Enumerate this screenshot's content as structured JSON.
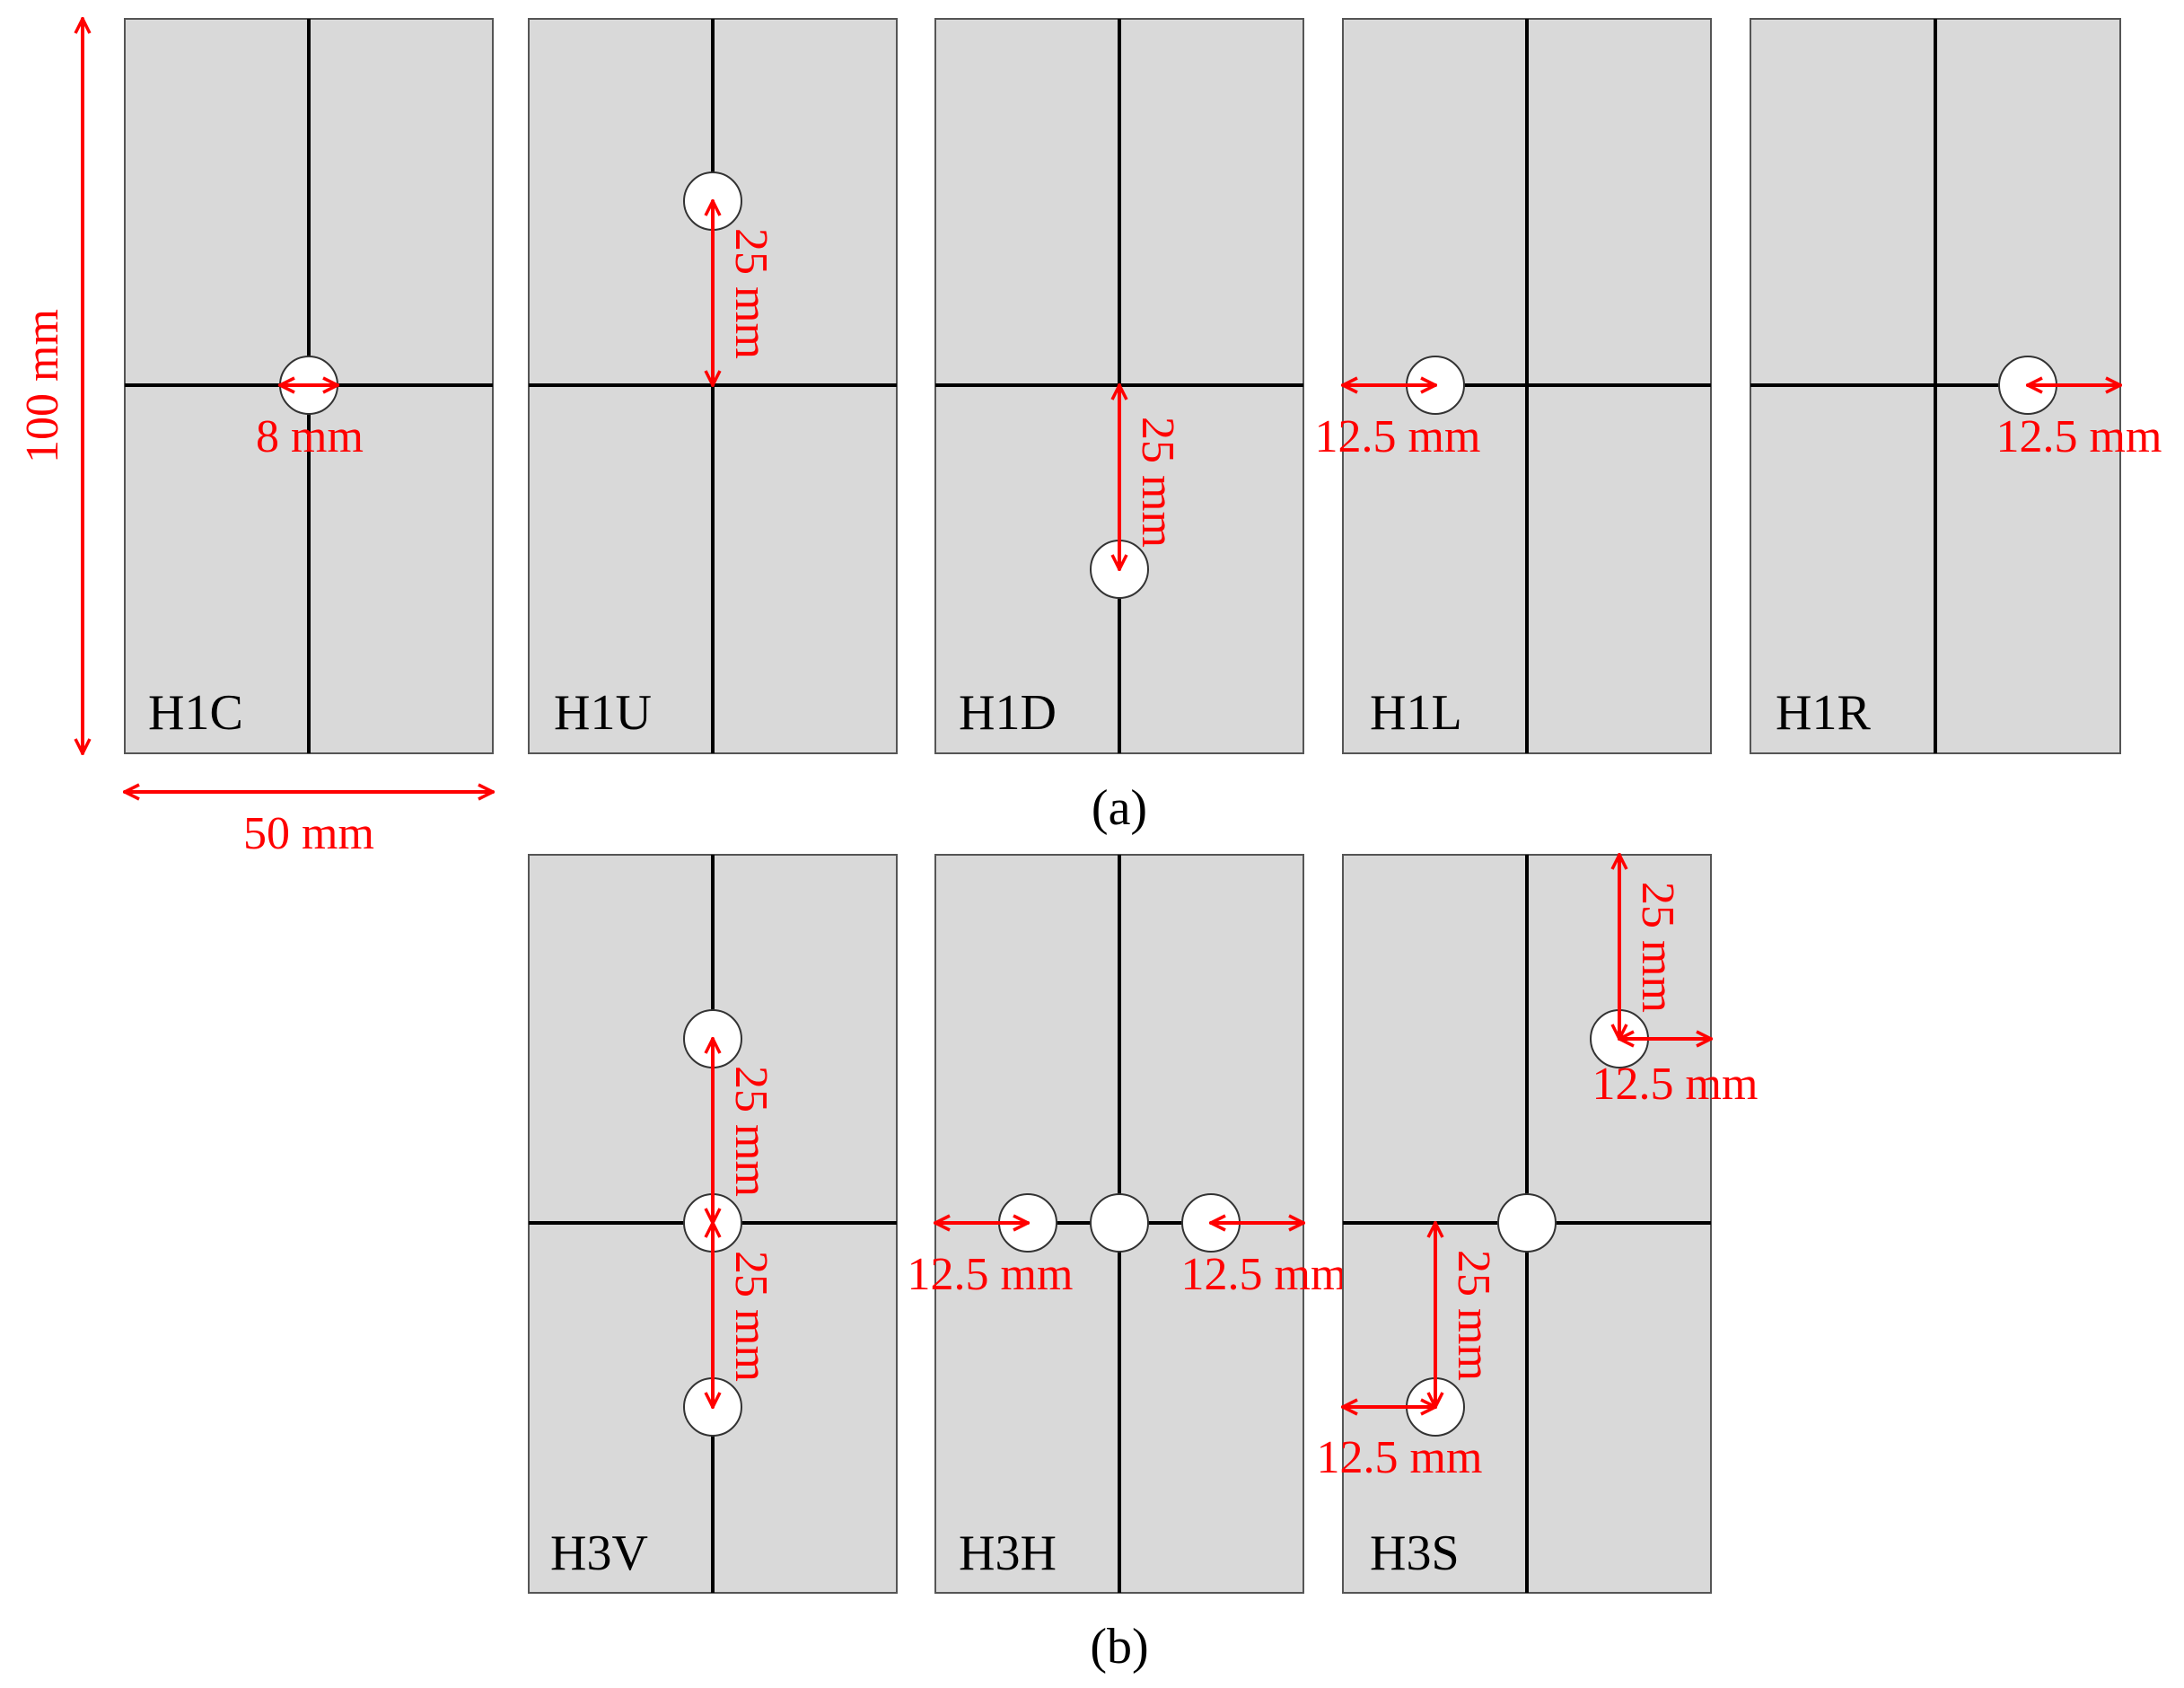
{
  "colors": {
    "panel": "#d9d9d9",
    "dimension": "#ff0000",
    "hole": "#ffffff"
  },
  "dimensions": {
    "height": "100 mm",
    "width": "50 mm",
    "hole_diameter": "8 mm",
    "h1u_offset": "25 mm",
    "h1d_offset": "25 mm",
    "h1l_offset": "12.5 mm",
    "h1r_offset": "12.5 mm",
    "h3v_upper": "25 mm",
    "h3v_lower": "25 mm",
    "h3h_left": "12.5 mm",
    "h3h_right": "12.5 mm",
    "h3s_top_vertical": "25 mm",
    "h3s_top_horizontal": "12.5 mm",
    "h3s_bottom_vertical": "25 mm",
    "h3s_bottom_horizontal": "12.5 mm"
  },
  "panels": {
    "h1c": "H1C",
    "h1u": "H1U",
    "h1d": "H1D",
    "h1l": "H1L",
    "h1r": "H1R",
    "h3v": "H3V",
    "h3h": "H3H",
    "h3s": "H3S"
  },
  "captions": {
    "a": "(a)",
    "b": "(b)"
  }
}
